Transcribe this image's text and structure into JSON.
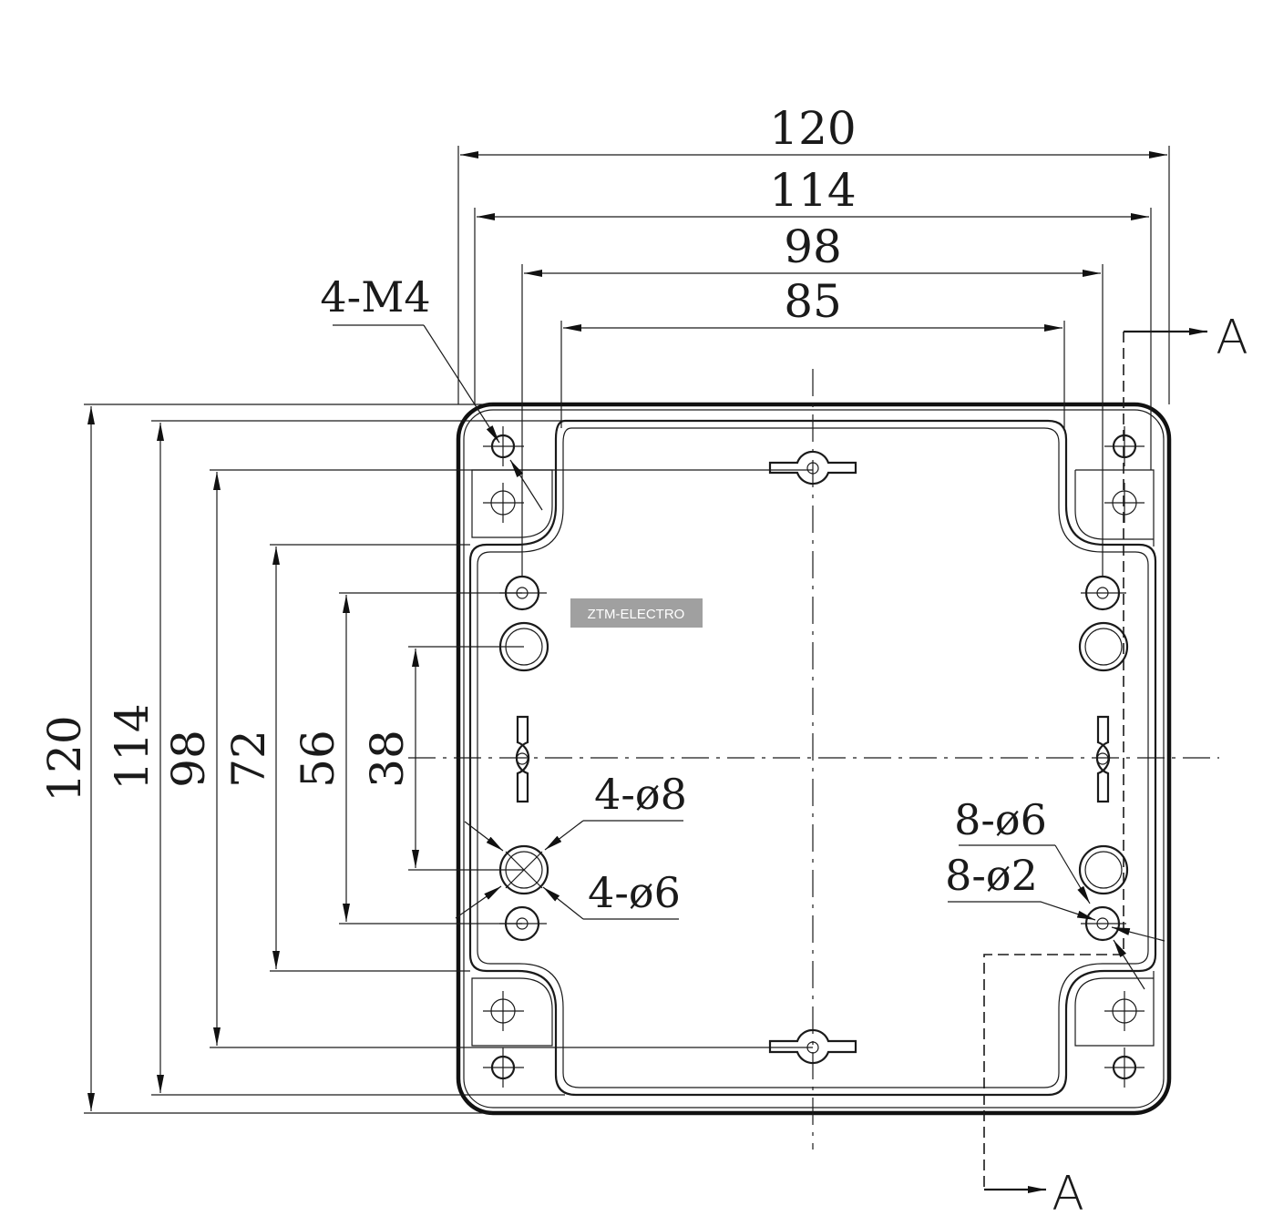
{
  "dimensions": {
    "width_overall": "120",
    "width_114": "114",
    "width_98": "98",
    "width_85": "85",
    "height_overall": "120",
    "height_114": "114",
    "height_98": "98",
    "height_72": "72",
    "height_56": "56",
    "height_38": "38"
  },
  "callouts": {
    "m4": "4-M4",
    "d8": "4-ø8",
    "d6": "4-ø6",
    "d6_8": "8-ø6",
    "d2_8": "8-ø2"
  },
  "section": {
    "top": "A",
    "bottom": "A"
  },
  "watermark": "ZTM-ELECTRO",
  "colors": {
    "line": "#1a1a1a",
    "watermark_bg": "#a0a0a0"
  }
}
